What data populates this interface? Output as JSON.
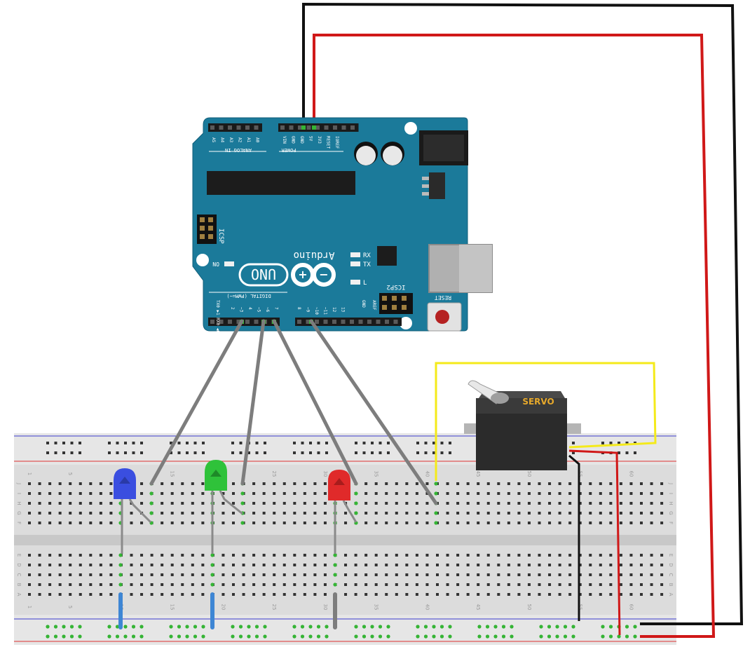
{
  "arduino": {
    "logo_text": "Arduino",
    "model_text": "UNO",
    "on_label": "ON",
    "rx_label": "RX",
    "tx_label": "TX",
    "l_label": "L",
    "icsp_label": "ICSP",
    "icsp2_label": "ICSP2",
    "reset_label": "RESET",
    "analog_in_label": "ANALOG IN",
    "power_label": "POWER",
    "digital_label": "DIGITAL (PWM=~)",
    "txrx_label": "TX0 ▶1  RX0 ◀0",
    "aref_label": "AREF",
    "gnd_label": "GND",
    "analog_pins": [
      "A5",
      "A4",
      "A3",
      "A2",
      "A1",
      "A0"
    ],
    "power_pins": [
      "VIN",
      "GND",
      "GND",
      "5V",
      "3V3",
      "RESET",
      "IOREF"
    ],
    "digital_pins": [
      "2",
      "~3",
      "4",
      "~5",
      "~6",
      "7",
      "8",
      "~9",
      "~10",
      "~11",
      "12",
      "13"
    ]
  },
  "servo": {
    "label": "SERVO"
  },
  "breadboard": {
    "column_numbers": [
      "1",
      "5",
      "10",
      "15",
      "20",
      "25",
      "30",
      "35",
      "40",
      "45",
      "50",
      "55",
      "60"
    ],
    "row_letters_top": [
      "J",
      "I",
      "H",
      "G",
      "F"
    ],
    "row_letters_bottom": [
      "E",
      "D",
      "C",
      "B",
      "A"
    ]
  },
  "leds": [
    {
      "name": "blue",
      "color": "#3a4ee0"
    },
    {
      "name": "green",
      "color": "#2fc23a"
    },
    {
      "name": "red",
      "color": "#e02a2a"
    }
  ],
  "wire_colors": {
    "signal": "#8c8c8c",
    "power": "#d01818",
    "ground": "#111111",
    "servo_signal": "#f4ea1a",
    "resistor": "#3e86d4"
  }
}
